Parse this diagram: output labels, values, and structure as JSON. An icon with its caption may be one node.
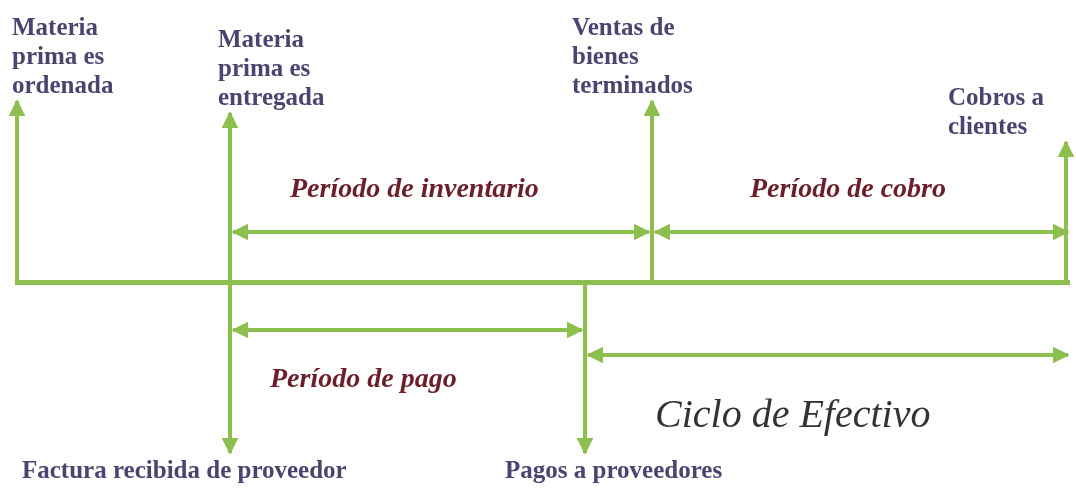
{
  "diagram": {
    "nodes": [
      {
        "text": [
          "Materia prima es ordenada"
        ]
      },
      {
        "text": [
          "Materia prima es entregada"
        ]
      },
      {
        "text": [
          "Ventas de bienes terminados"
        ]
      },
      {
        "text": [
          "Cobros a clientes"
        ]
      },
      {
        "text": [
          "Factura recibida de proveedor"
        ]
      },
      {
        "text": [
          "Pagos a proveedores"
        ]
      },
      {
        "text": [],
        "shape": "bar"
      }
    ],
    "edges": [
      {
        "from": 6,
        "to": 0,
        "arrow": "to"
      },
      {
        "from": 6,
        "to": 1,
        "arrow": "to"
      },
      {
        "from": 6,
        "to": 2,
        "arrow": "to"
      },
      {
        "from": 6,
        "to": 3,
        "arrow": "to"
      },
      {
        "from": 6,
        "to": 4,
        "arrow": "to"
      },
      {
        "from": 6,
        "to": 5,
        "arrow": "to"
      }
    ],
    "labels": [
      "Período de inventario",
      "Período de cobro",
      "Período de pago",
      "Ciclo de Efectivo"
    ]
  }
}
